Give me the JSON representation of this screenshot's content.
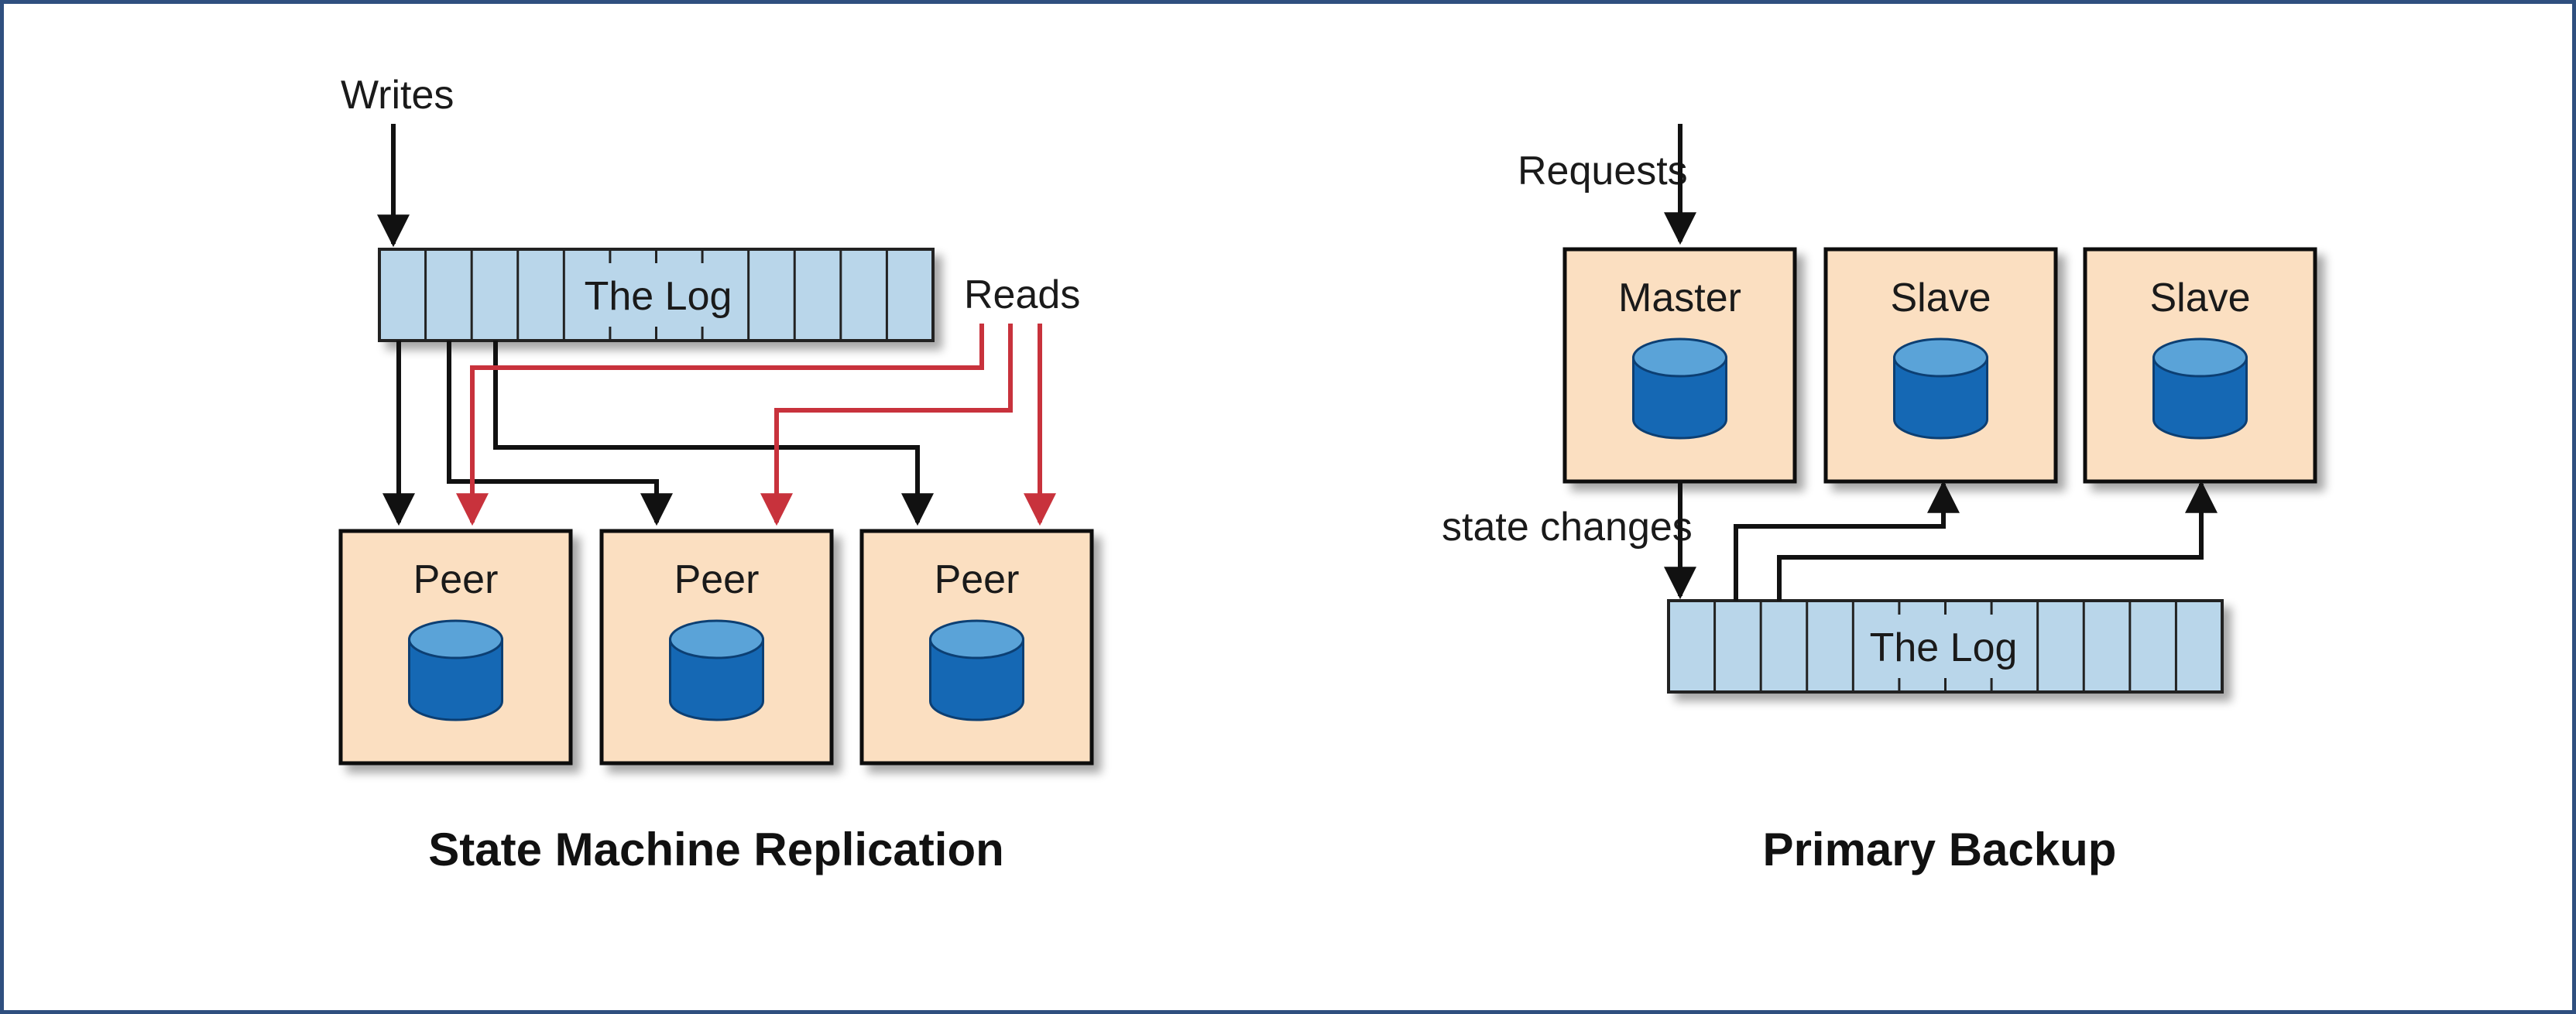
{
  "colors": {
    "border": "#2f4f7f",
    "box_fill": "#fbdfc1",
    "log_fill": "#b9d6ea",
    "cylinder_body": "#1568b4",
    "cylinder_top": "#5aa3d8",
    "arrow_black": "#111111",
    "arrow_red": "#c8323c"
  },
  "left": {
    "writes_label": "Writes",
    "reads_label": "Reads",
    "log_label": "The Log",
    "peers": [
      {
        "label": "Peer"
      },
      {
        "label": "Peer"
      },
      {
        "label": "Peer"
      }
    ],
    "caption": "State Machine Replication"
  },
  "right": {
    "requests_label": "Requests",
    "state_changes_label": "state changes",
    "log_label": "The Log",
    "nodes": [
      {
        "label": "Master"
      },
      {
        "label": "Slave"
      },
      {
        "label": "Slave"
      }
    ],
    "caption": "Primary Backup"
  }
}
